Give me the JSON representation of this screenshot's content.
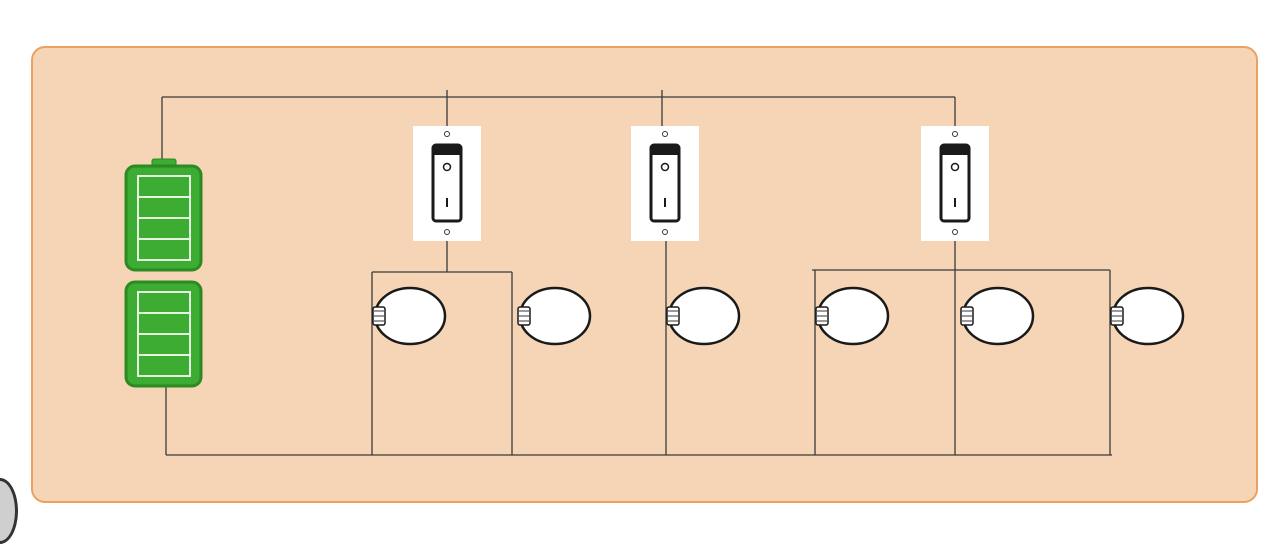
{
  "colors": {
    "panel_bg": "#f5d5b5",
    "panel_border": "#e9a25f",
    "wire": "#3a3a3a",
    "battery_fill": "#3cac33",
    "battery_border": "#2c8a22",
    "battery_cell_line": "#e6f5e0",
    "switch_plate": "#ffffff",
    "switch_rocker": "#1a1a1a",
    "bulb_glass": "#ffffff",
    "bulb_base": "#9a9a9a"
  },
  "components": {
    "battery": {
      "count": 1,
      "cells": 2,
      "bars_per_cell": 4
    },
    "switches": [
      {
        "id": "switch-1",
        "state": "off"
      },
      {
        "id": "switch-2",
        "state": "off"
      },
      {
        "id": "switch-3",
        "state": "off"
      }
    ],
    "bulbs": [
      {
        "id": "bulb-1"
      },
      {
        "id": "bulb-2"
      },
      {
        "id": "bulb-3"
      },
      {
        "id": "bulb-4"
      },
      {
        "id": "bulb-5"
      },
      {
        "id": "bulb-6"
      }
    ]
  }
}
